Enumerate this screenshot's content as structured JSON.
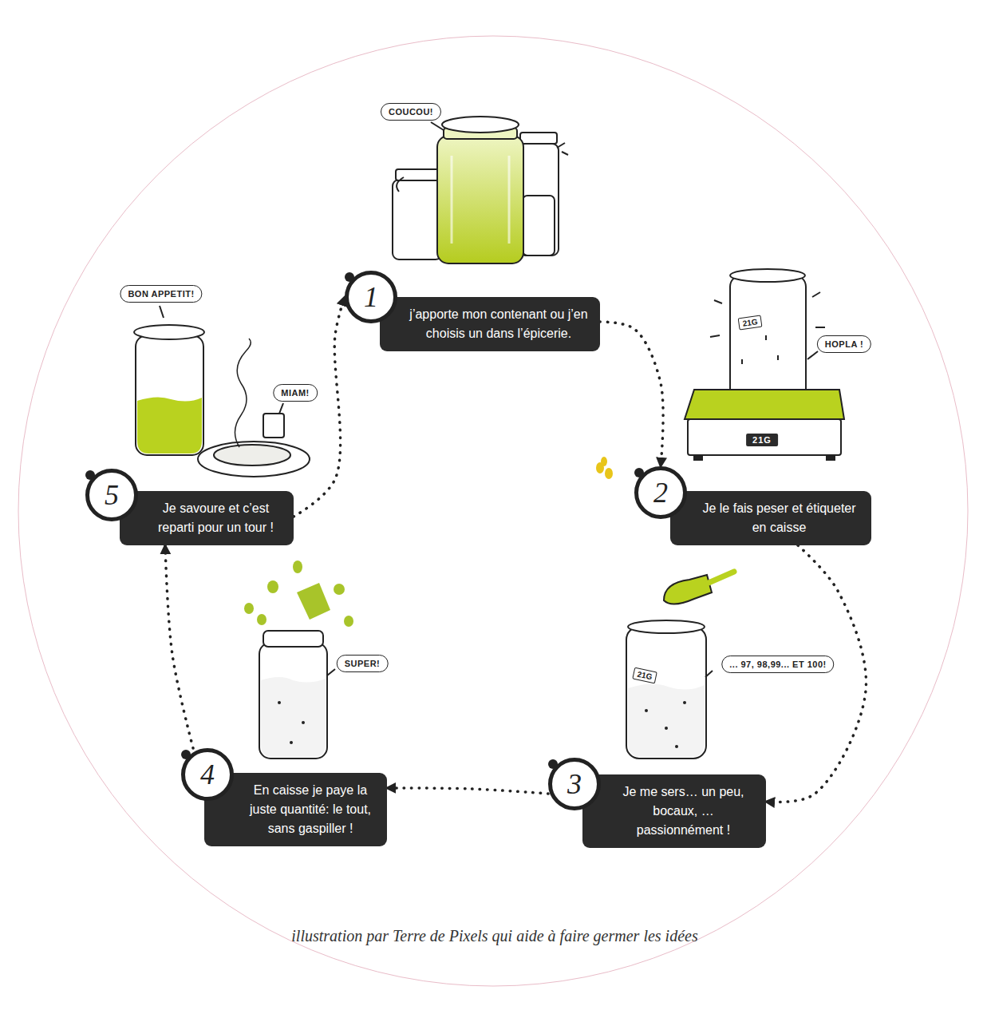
{
  "diagram": {
    "caption": "illustration par Terre de Pixels qui aide à faire germer les idées",
    "nodes": [
      {
        "text": [
          "1",
          "j’apporte mon contenant ou j’en choisis un dans l’épicerie."
        ]
      },
      {
        "text": [
          "2",
          "Je le fais peser et étiqueter en caisse"
        ]
      },
      {
        "text": [
          "3",
          "Je me sers… un peu, bocaux, …passionnément !"
        ]
      },
      {
        "text": [
          "4",
          "En caisse je paye la juste quantité: le tout, sans gaspiller !"
        ]
      },
      {
        "text": [
          "5",
          "Je savoure et c’est reparti pour un tour !"
        ]
      }
    ],
    "edges": [
      {
        "from": 0,
        "to": 1,
        "arrow": "to"
      },
      {
        "from": 1,
        "to": 2,
        "arrow": "to"
      },
      {
        "from": 2,
        "to": 3,
        "arrow": "to"
      },
      {
        "from": 3,
        "to": 4,
        "arrow": "to"
      },
      {
        "from": 4,
        "to": 0,
        "arrow": "to"
      }
    ],
    "labels": [
      "COUCOU!",
      "HOPLA !",
      "21G",
      "21G",
      "... 97, 98,99... ET 100!",
      "21G",
      "SUPER!",
      "BON APPETIT!",
      "MIAM!"
    ]
  }
}
